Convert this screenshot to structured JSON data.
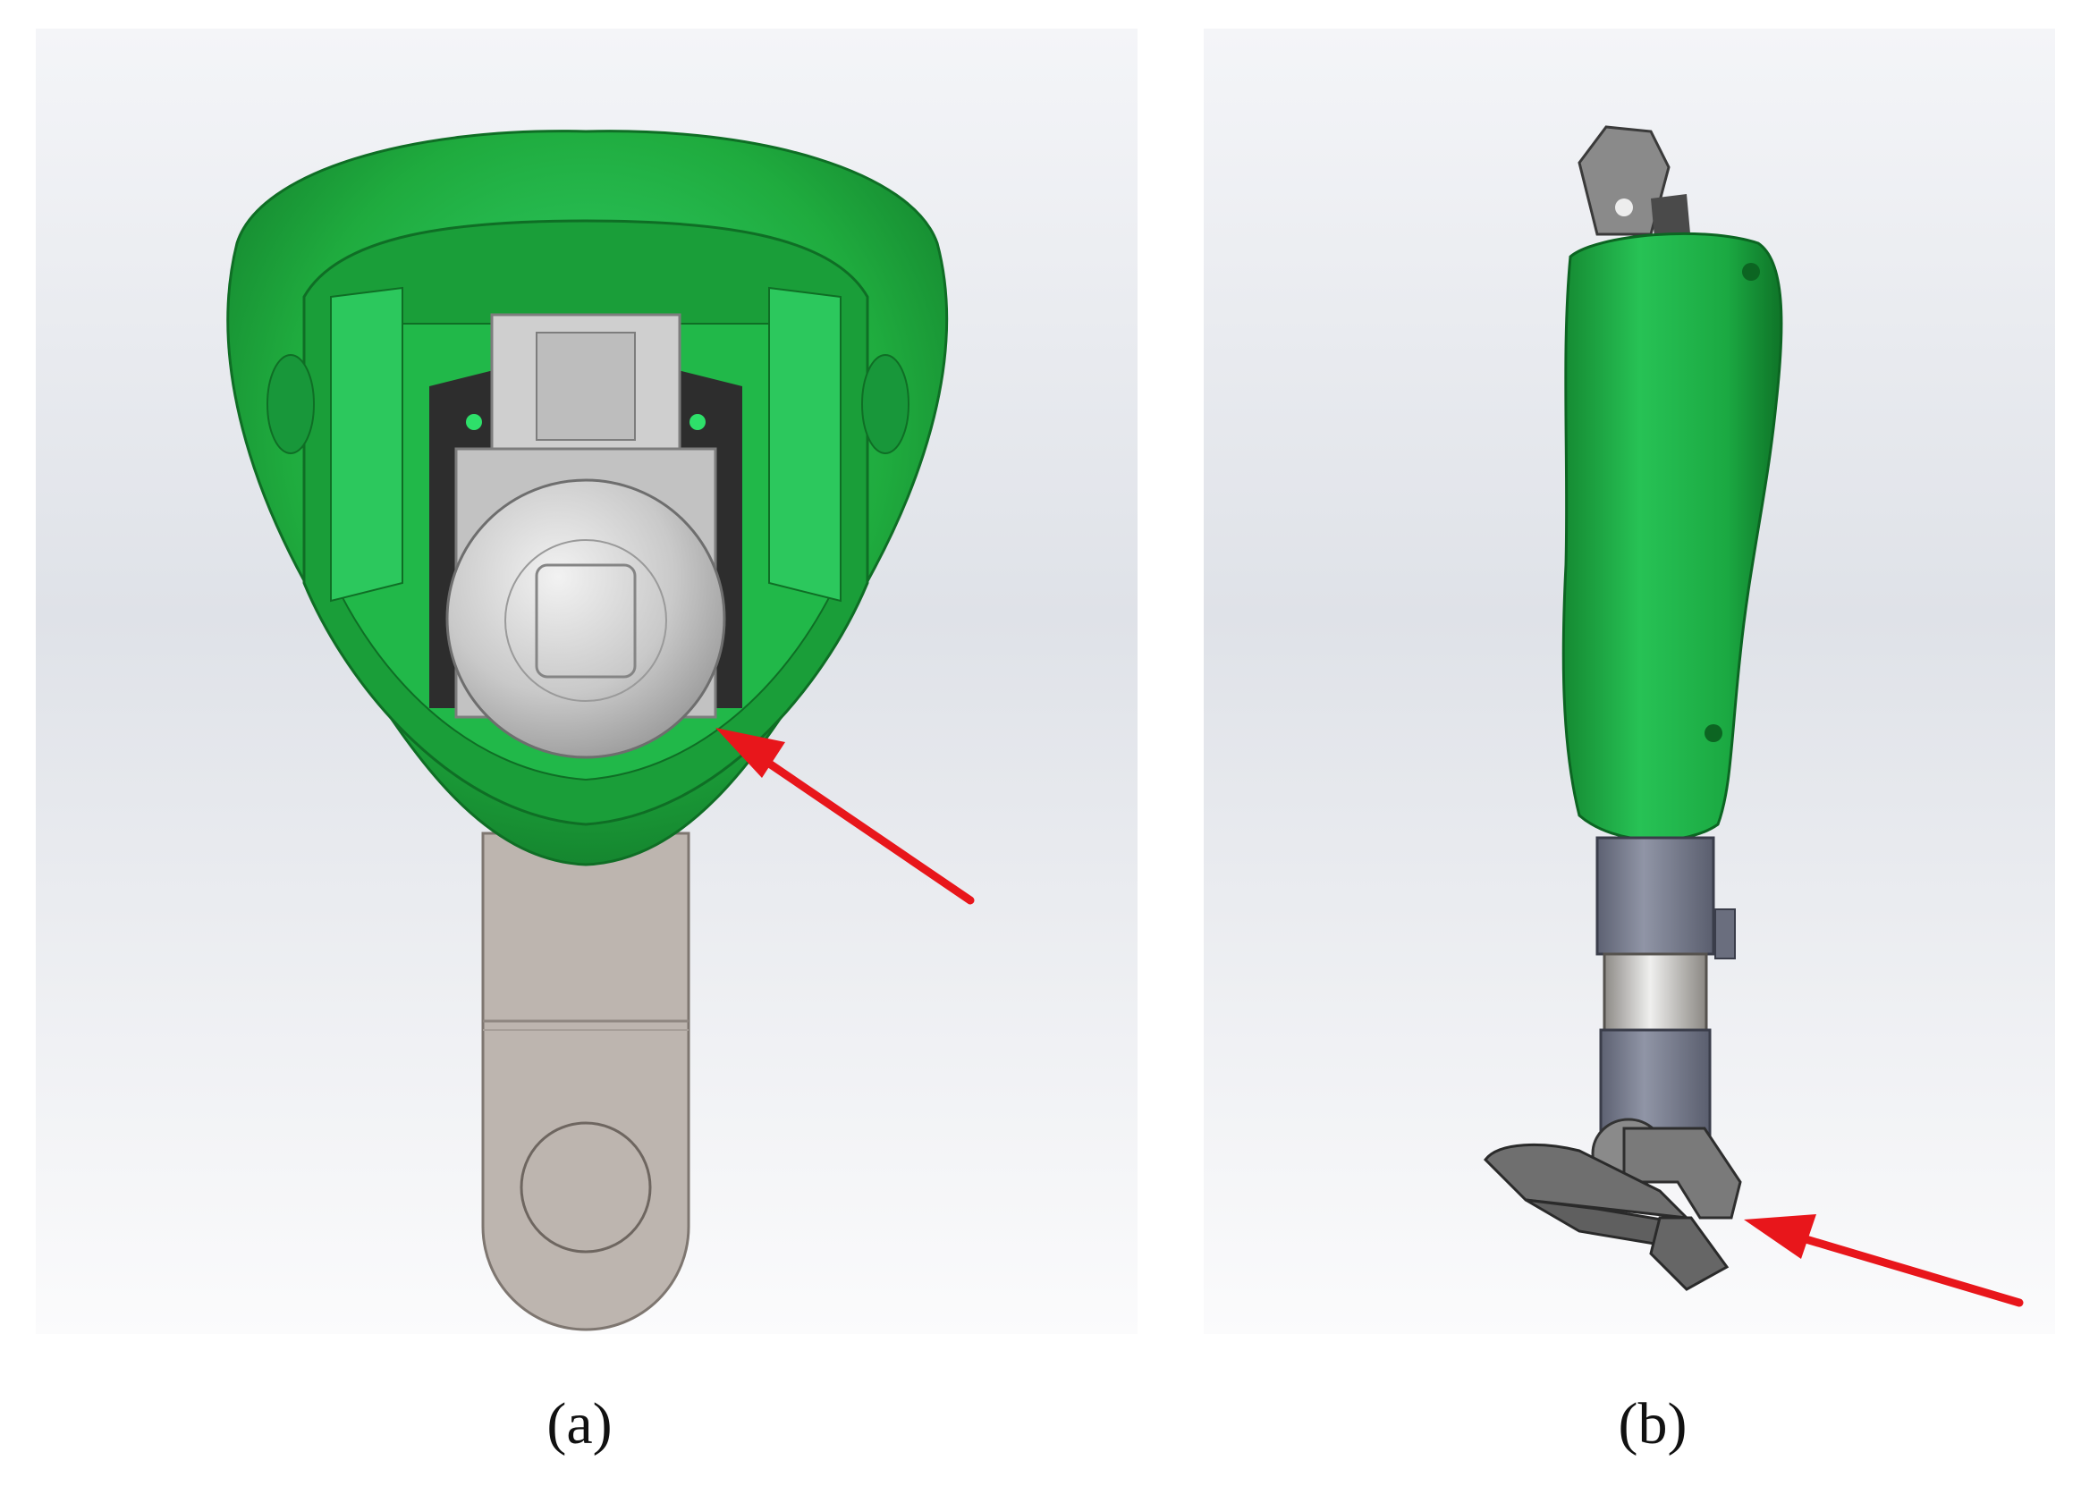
{
  "figure": {
    "panels": [
      {
        "id": "a",
        "caption": "(a)"
      },
      {
        "id": "b",
        "caption": "(b)"
      }
    ]
  },
  "colors": {
    "socket_green": "#1faa3c",
    "socket_green_light": "#2fd06a",
    "metal_grey": "#c8c8c8",
    "pylon_blue_grey": "#7a7e90",
    "foot_plate": "#b9b1ab",
    "arrow_red": "#e8161b"
  }
}
